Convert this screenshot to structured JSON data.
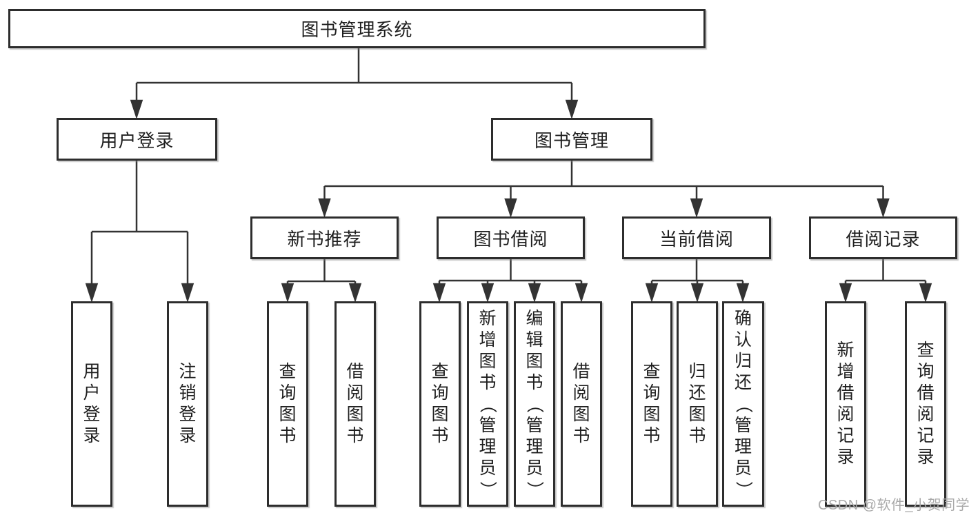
{
  "diagram": {
    "root": {
      "label": "图书管理系统"
    },
    "branches": [
      {
        "label": "用户登录",
        "leaves": [
          "用户登录",
          "注销登录"
        ]
      },
      {
        "label": "图书管理",
        "children": [
          {
            "label": "新书推荐",
            "leaves": [
              "查询图书",
              "借阅图书"
            ]
          },
          {
            "label": "图书借阅",
            "leaves": [
              "查询图书",
              "新增图书（管理员）",
              "编辑图书（管理员）",
              "借阅图书"
            ]
          },
          {
            "label": "当前借阅",
            "leaves": [
              "查询图书",
              "归还图书",
              "确认归还（管理员）"
            ]
          },
          {
            "label": "借阅记录",
            "leaves": [
              "新增借阅记录",
              "查询借阅记录"
            ]
          }
        ]
      }
    ]
  },
  "watermark": {
    "text": "CSDN @软件_小贺同学"
  },
  "colors": {
    "line": "#333333",
    "box_border": "#2d2d2d",
    "text": "#1f1f1f",
    "watermark": "#a9a9a9",
    "background": "#ffffff"
  }
}
